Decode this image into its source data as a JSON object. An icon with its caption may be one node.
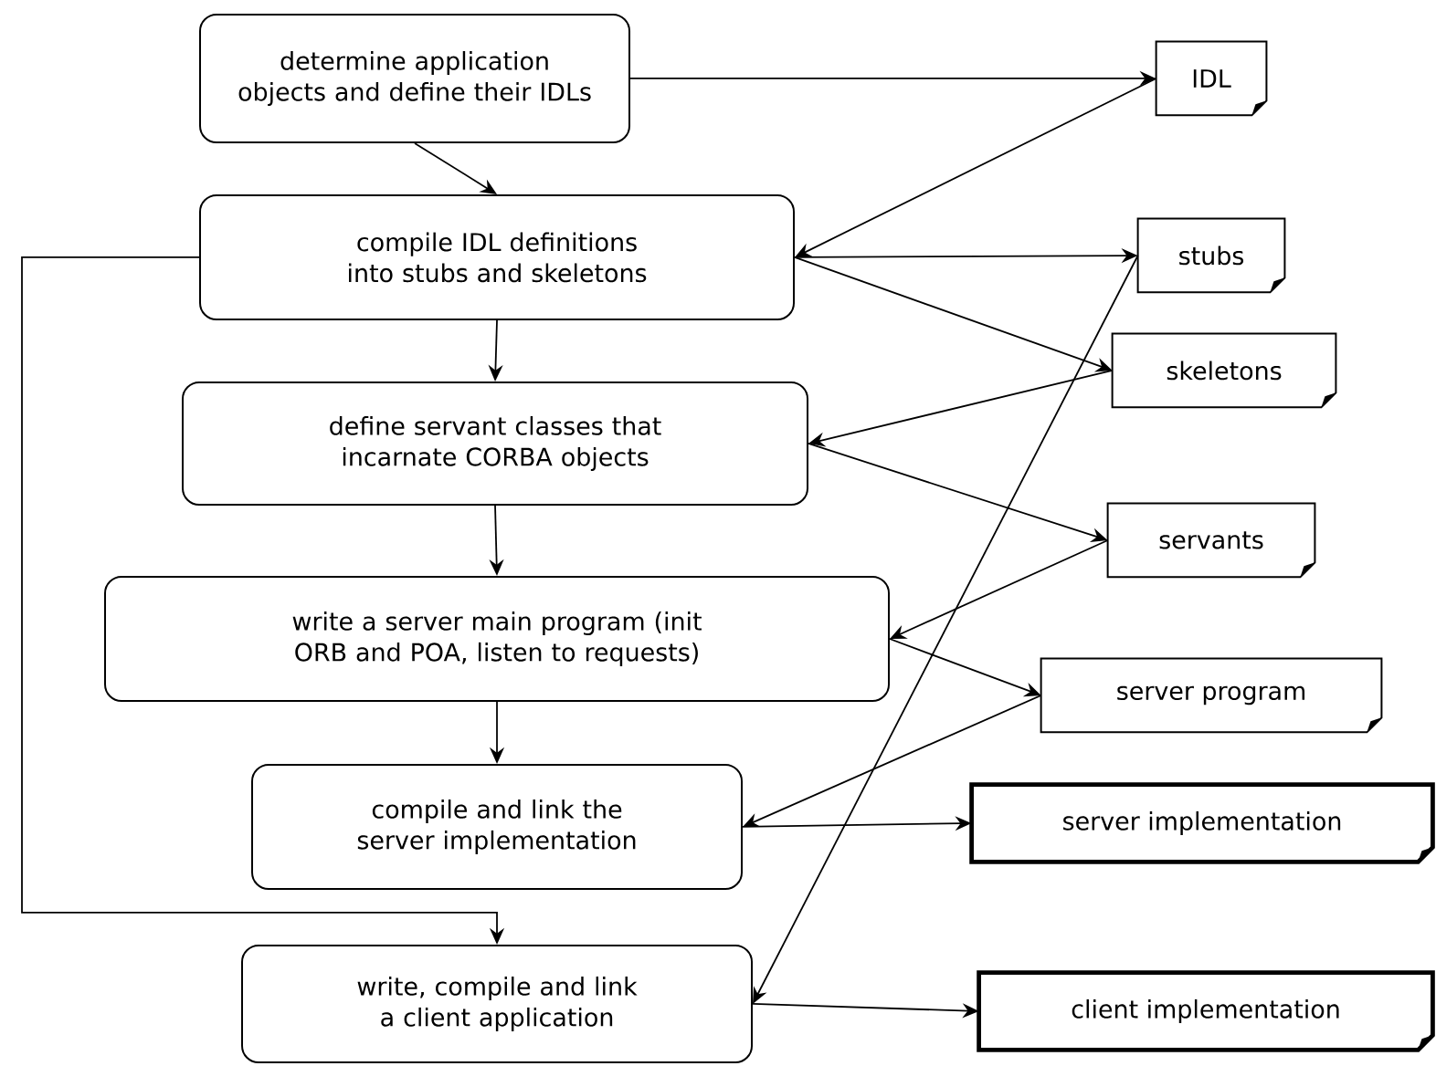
{
  "diagram": {
    "nodes": [
      {
        "text": [
          "determine application objects and define their IDLs"
        ]
      },
      {
        "text": [
          "compile IDL definitions into stubs and skeletons"
        ]
      },
      {
        "text": [
          "define servant classes that incarnate CORBA objects"
        ]
      },
      {
        "text": [
          "write a server main program (init ORB and POA, listen to requests)"
        ]
      },
      {
        "text": [
          "compile and link the server implementation"
        ]
      },
      {
        "text": [
          "write, compile and link a client application"
        ]
      },
      {
        "text": [
          "IDL"
        ]
      },
      {
        "text": [
          "stubs"
        ]
      },
      {
        "text": [
          "skeletons"
        ]
      },
      {
        "text": [
          "servants"
        ]
      },
      {
        "text": [
          "server program"
        ]
      },
      {
        "text": [
          "server implementation"
        ]
      },
      {
        "text": [
          "client implementation"
        ]
      }
    ],
    "edges": [
      {
        "from": 0,
        "to": 1,
        "arrow": "to"
      },
      {
        "from": 0,
        "to": 6,
        "arrow": "to"
      },
      {
        "from": 6,
        "to": 1,
        "arrow": "to"
      },
      {
        "from": 1,
        "to": 7,
        "arrow": "to"
      },
      {
        "from": 1,
        "to": 8,
        "arrow": "to"
      },
      {
        "from": 1,
        "to": 2,
        "arrow": "to"
      },
      {
        "from": 8,
        "to": 2,
        "arrow": "to"
      },
      {
        "from": 2,
        "to": 9,
        "arrow": "to"
      },
      {
        "from": 2,
        "to": 3,
        "arrow": "to"
      },
      {
        "from": 9,
        "to": 3,
        "arrow": "to"
      },
      {
        "from": 3,
        "to": 10,
        "arrow": "to"
      },
      {
        "from": 3,
        "to": 4,
        "arrow": "to"
      },
      {
        "from": 10,
        "to": 4,
        "arrow": "to"
      },
      {
        "from": 4,
        "to": 11,
        "arrow": "to"
      },
      {
        "from": 1,
        "to": 5,
        "arrow": "to"
      },
      {
        "from": 7,
        "to": 5,
        "arrow": "to"
      },
      {
        "from": 5,
        "to": 12,
        "arrow": "to"
      }
    ]
  }
}
